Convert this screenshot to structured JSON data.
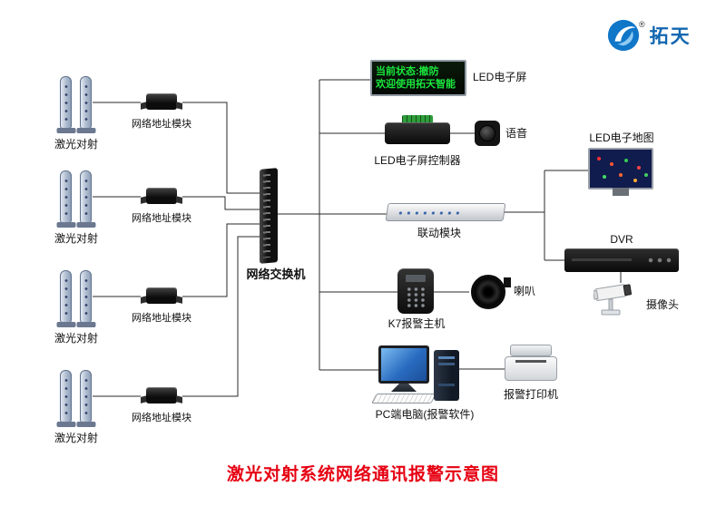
{
  "logo": {
    "brand": "拓天",
    "registered": "®"
  },
  "title": "激光对射系统网络通讯报警示意图",
  "colors": {
    "title_red": "#e60012",
    "led_green": "#1ae53c",
    "logo_blue": "#1266b0"
  },
  "led_screen": {
    "line1": "当前状态:撤防",
    "line2": "欢迎使用拓天智能",
    "label": "LED电子屏"
  },
  "lasers": [
    {
      "label": "激光对射",
      "module": "网络地址模块"
    },
    {
      "label": "激光对射",
      "module": "网络地址模块"
    },
    {
      "label": "激光对射",
      "module": "网络地址模块"
    },
    {
      "label": "激光对射",
      "module": "网络地址模块"
    }
  ],
  "switch": {
    "label": "网络交换机"
  },
  "controller": {
    "label": "LED电子屏控制器"
  },
  "voice": {
    "label": "语音"
  },
  "linkage": {
    "label": "联动模块"
  },
  "led_map": {
    "label": "LED电子地图"
  },
  "dvr": {
    "label": "DVR"
  },
  "camera": {
    "label": "摄像头"
  },
  "k7": {
    "label": "K7报警主机"
  },
  "horn": {
    "label": "喇叭"
  },
  "pc": {
    "label": "PC端电脑(报警软件)"
  },
  "printer": {
    "label": "报警打印机"
  }
}
